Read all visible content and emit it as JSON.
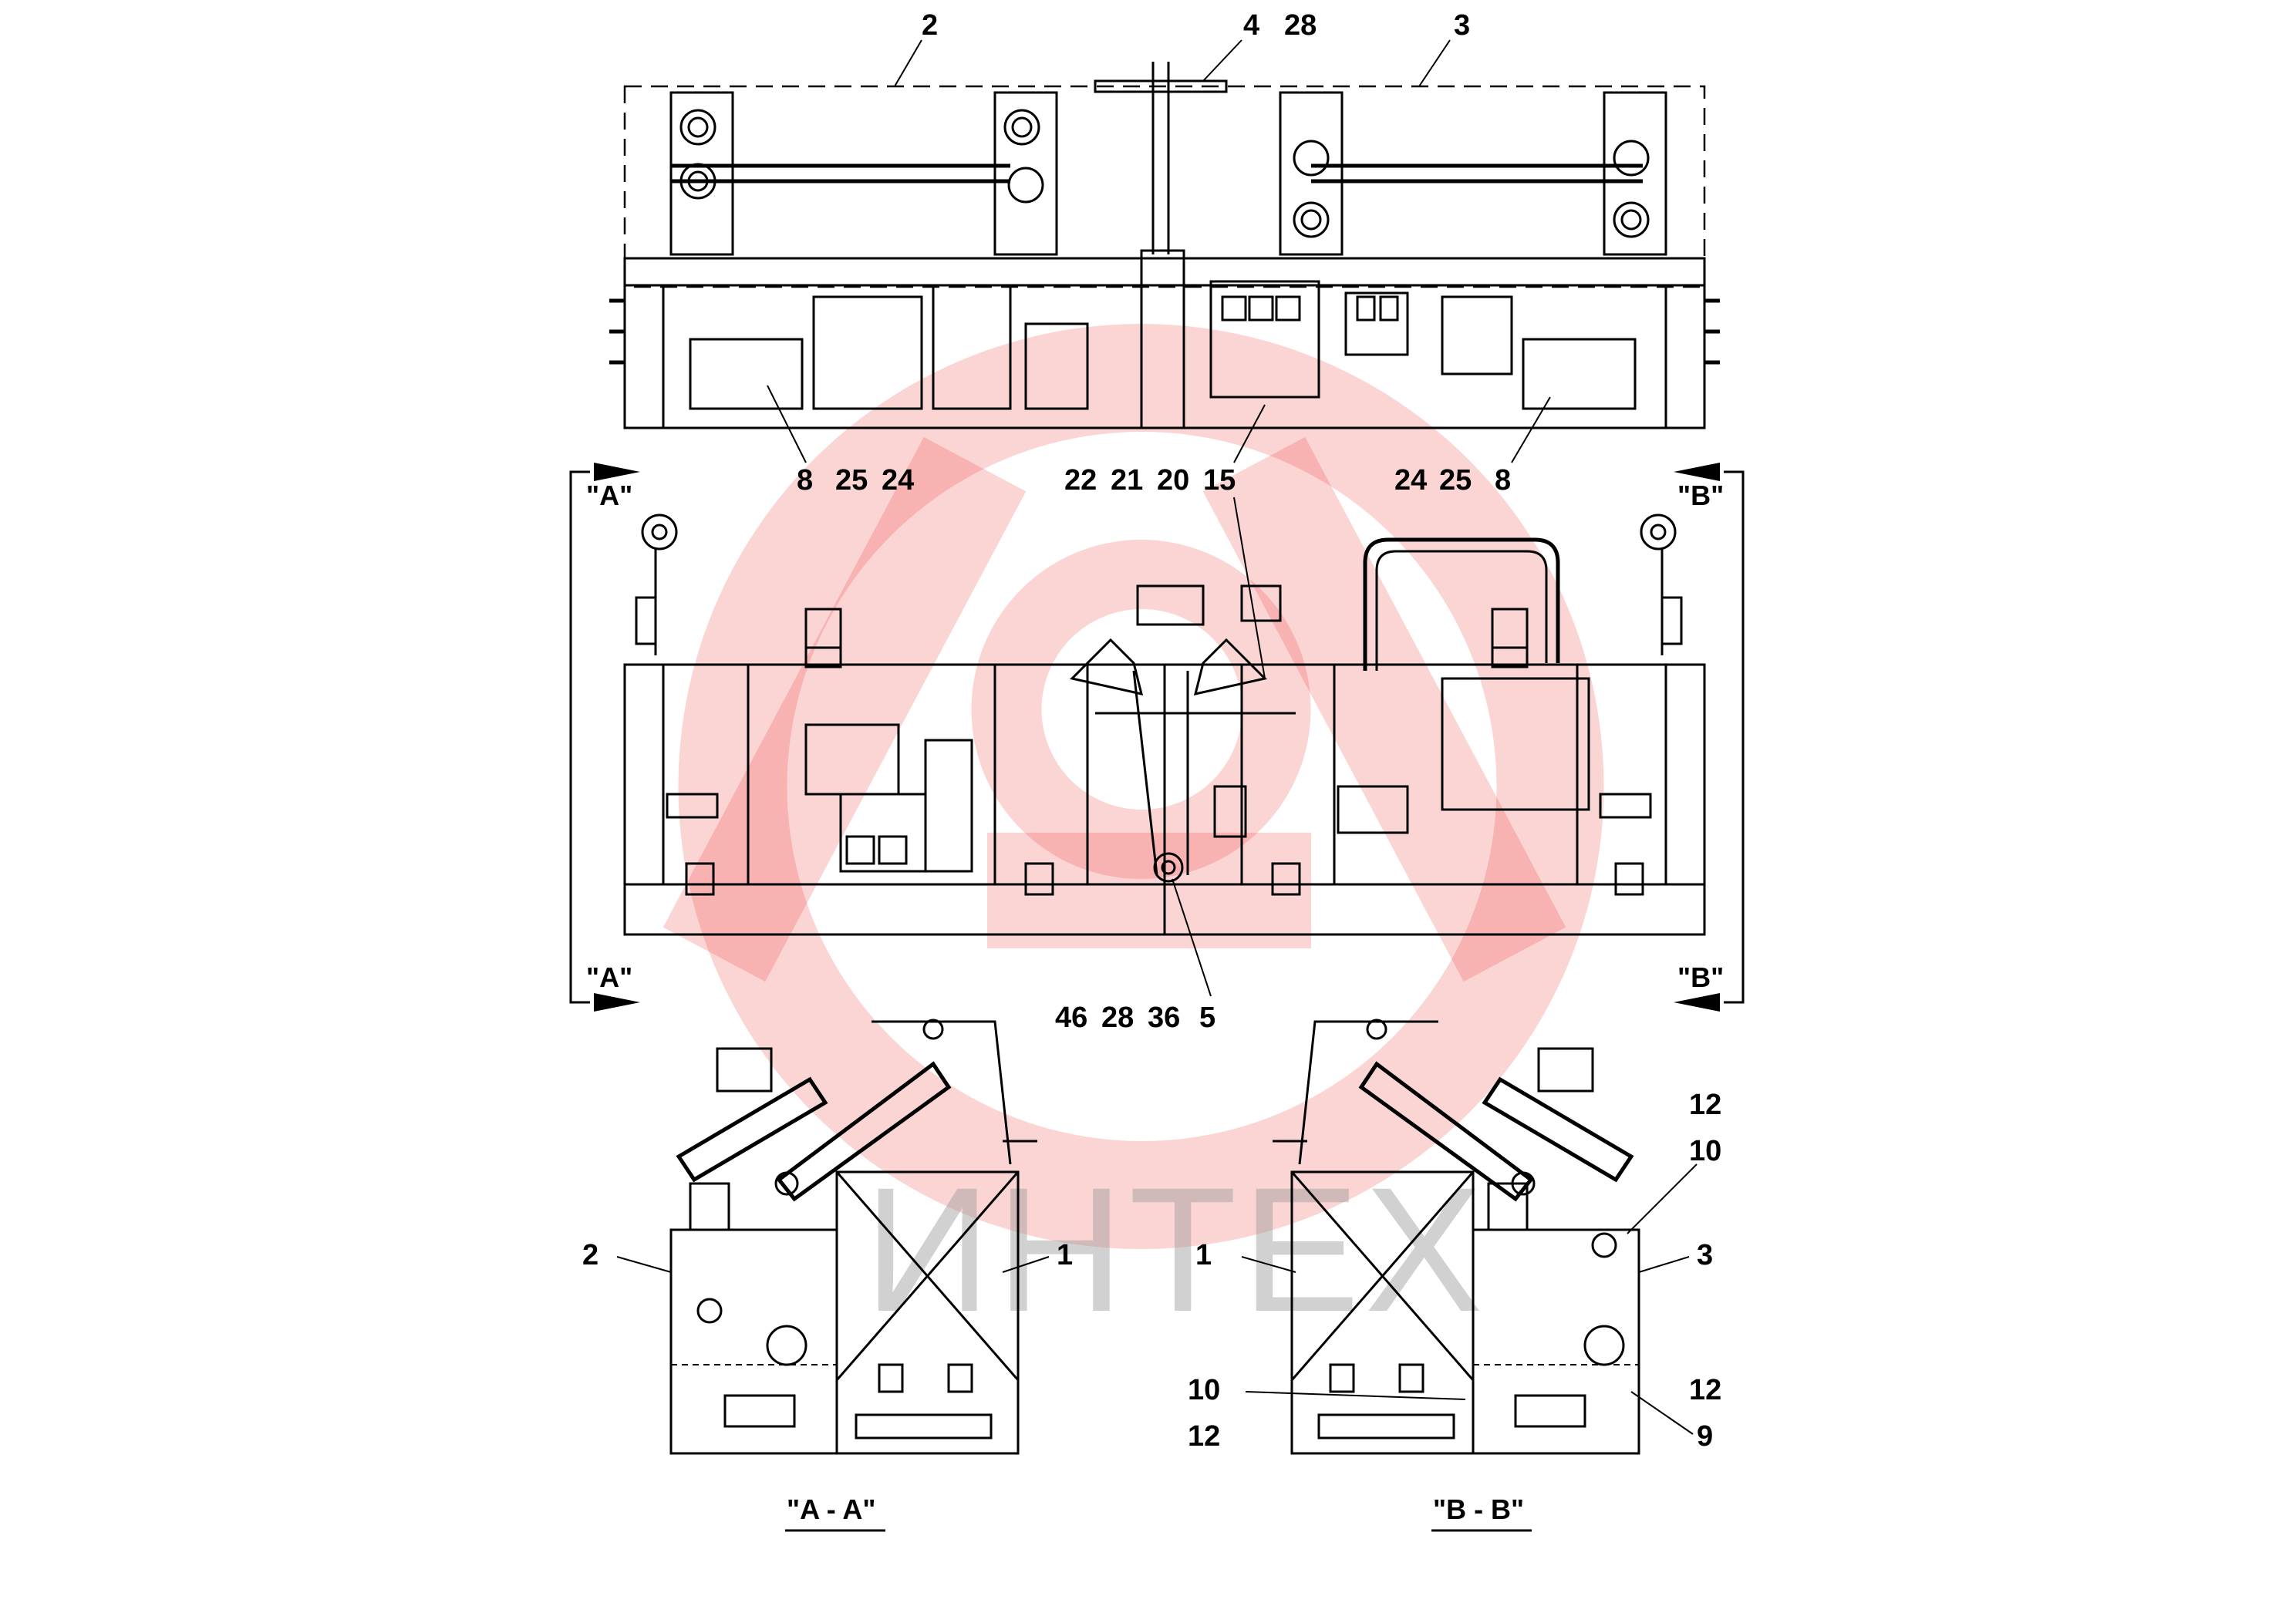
{
  "watermark": {
    "text": "ИНТЕХ",
    "color": "#ee3a3a"
  },
  "callouts": {
    "top_2": "2",
    "top_4": "4",
    "top_28": "28",
    "top_3": "3",
    "left_8": "8",
    "left_25": "25",
    "left_24": "24",
    "mid_22": "22",
    "mid_21": "21",
    "mid_20": "20",
    "mid_15": "15",
    "right_24": "24",
    "right_25": "25",
    "right_8": "8",
    "low_46": "46",
    "low_28": "28",
    "low_36": "36",
    "low_5": "5",
    "aa_2": "2",
    "aa_1": "1",
    "bb_1": "1",
    "bb_10a": "10",
    "bb_12a": "12",
    "bb_12top": "12",
    "bb_10top": "10",
    "bb_3": "3",
    "bb_12b": "12",
    "bb_9": "9"
  },
  "section_marks": {
    "a_top": "\"A\"",
    "a_bottom": "\"A\"",
    "b_top": "\"B\"",
    "b_bottom": "\"B\""
  },
  "view_titles": {
    "aa": "\"A - A\"",
    "bb": "\"B - B\""
  }
}
